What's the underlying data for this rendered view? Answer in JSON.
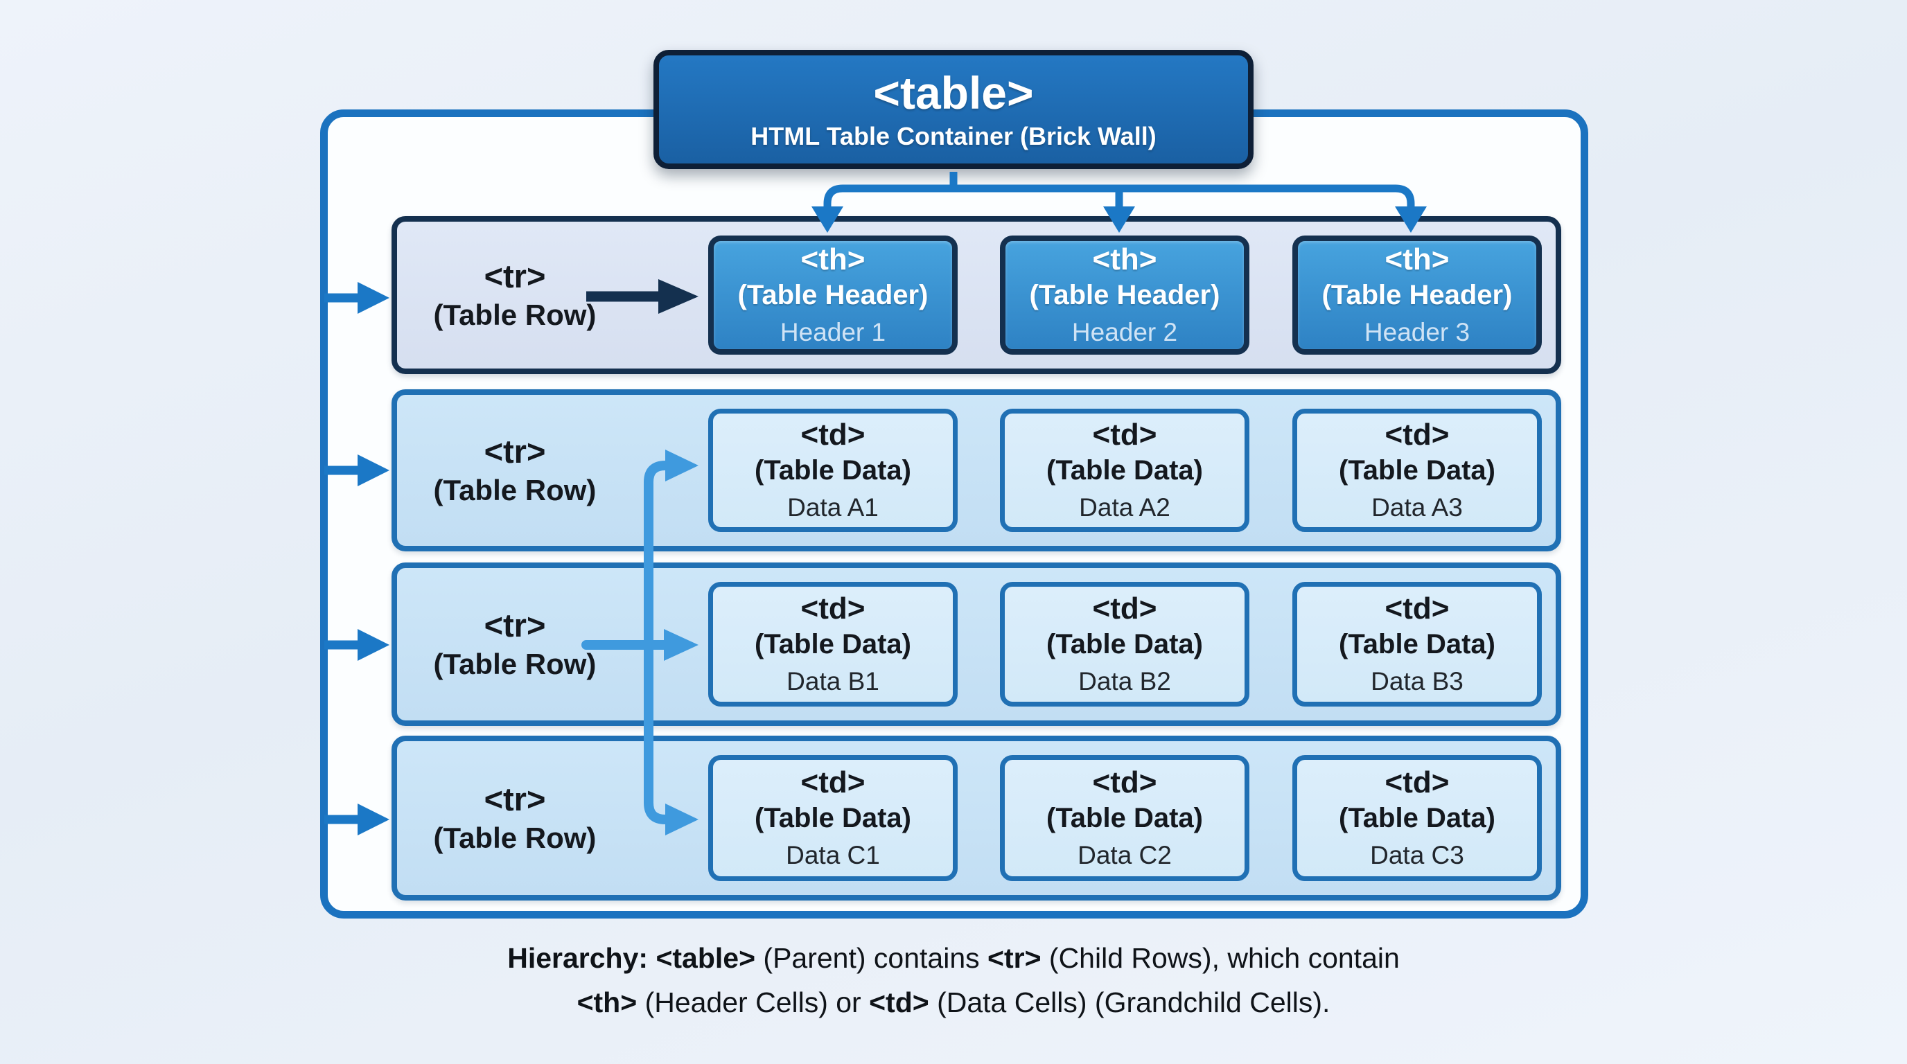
{
  "title": {
    "tag": "<table>",
    "subtitle": "HTML Table Container (Brick Wall)"
  },
  "rows": [
    {
      "label": {
        "tag": "<tr>",
        "desc": "(Table Row)"
      },
      "cells": [
        {
          "tag": "<th>",
          "desc": "(Table Header)",
          "value": "Header 1"
        },
        {
          "tag": "<th>",
          "desc": "(Table Header)",
          "value": "Header 2"
        },
        {
          "tag": "<th>",
          "desc": "(Table Header)",
          "value": "Header 3"
        }
      ]
    },
    {
      "label": {
        "tag": "<tr>",
        "desc": "(Table Row)"
      },
      "cells": [
        {
          "tag": "<td>",
          "desc": "(Table Data)",
          "value": "Data A1"
        },
        {
          "tag": "<td>",
          "desc": "(Table Data)",
          "value": "Data A2"
        },
        {
          "tag": "<td>",
          "desc": "(Table Data)",
          "value": "Data A3"
        }
      ]
    },
    {
      "label": {
        "tag": "<tr>",
        "desc": "(Table Row)"
      },
      "cells": [
        {
          "tag": "<td>",
          "desc": "(Table Data)",
          "value": "Data B1"
        },
        {
          "tag": "<td>",
          "desc": "(Table Data)",
          "value": "Data B2"
        },
        {
          "tag": "<td>",
          "desc": "(Table Data)",
          "value": "Data B3"
        }
      ]
    },
    {
      "label": {
        "tag": "<tr>",
        "desc": "(Table Row)"
      },
      "cells": [
        {
          "tag": "<td>",
          "desc": "(Table Data)",
          "value": "Data C1"
        },
        {
          "tag": "<td>",
          "desc": "(Table Data)",
          "value": "Data C2"
        },
        {
          "tag": "<td>",
          "desc": "(Table Data)",
          "value": "Data C3"
        }
      ]
    }
  ],
  "caption": {
    "line1": [
      "Hierarchy: ",
      "<table>",
      " (Parent) contains ",
      "<tr>",
      " (Child Rows), which contain"
    ],
    "line2": [
      "<th>",
      " (Header Cells) or ",
      "<td>",
      " (Data Cells) (Grandchild Cells)."
    ]
  },
  "colors": {
    "page-bg": "#e9eff7",
    "panel-bg": "#fcfeff",
    "panel-border": "#1b72bf",
    "title-fill-top": "#2478c3",
    "title-fill-bottom": "#1a60a3",
    "title-border": "#0e1f36",
    "navy": "#14304f",
    "header-row-fill": "#dbe4f3",
    "th-fill-top": "#47a3de",
    "th-fill-bottom": "#2e82c4",
    "data-row-fill": "#c7e2f5",
    "td-fill": "#d9ecf9",
    "cell-border": "#2070b4",
    "arrow-blue": "#1b78c6",
    "arrow-light": "#3f9ade",
    "ink": "#14181e",
    "th-value": "#cfe3f5"
  }
}
